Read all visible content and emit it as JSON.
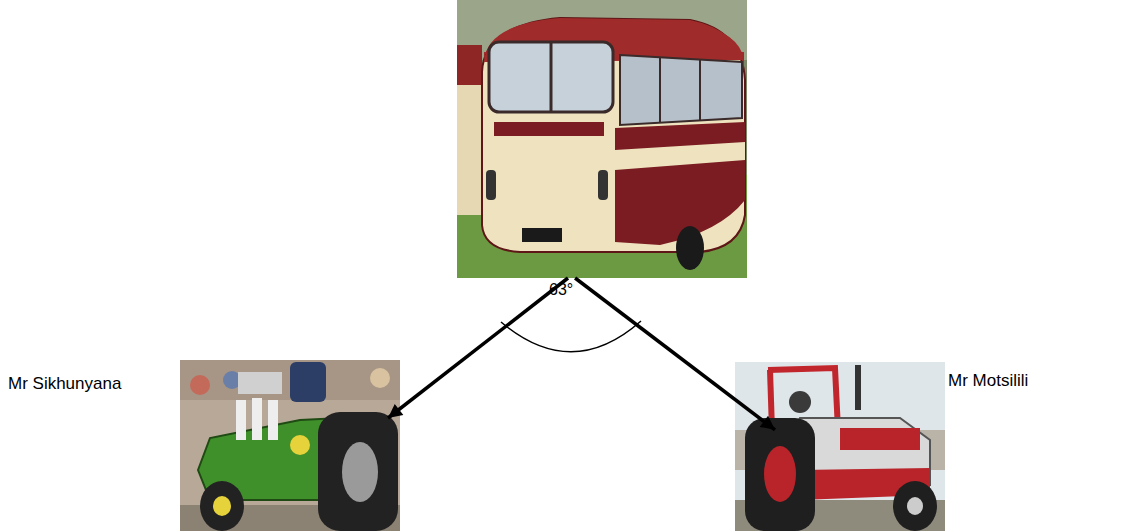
{
  "diagram": {
    "nodes": [
      {
        "text": []
      },
      {
        "text": [
          "Mr Sikhunyana"
        ]
      },
      {
        "text": [
          "Mr Motsilili"
        ]
      }
    ],
    "edges": [
      {
        "from": 0,
        "to": 1,
        "arrow": "to"
      },
      {
        "from": 0,
        "to": 2,
        "arrow": "to"
      }
    ],
    "labels": [
      "63°"
    ]
  }
}
